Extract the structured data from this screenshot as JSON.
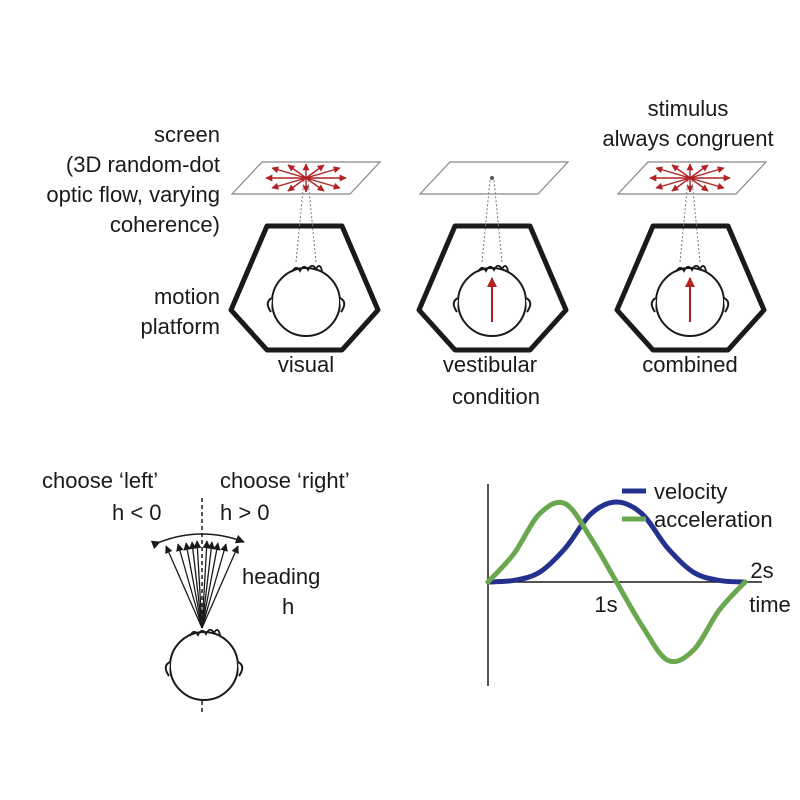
{
  "labels": {
    "screen": [
      "screen",
      "(3D random-dot",
      "optic flow, varying",
      "coherence)"
    ],
    "platform": [
      "motion",
      "platform"
    ],
    "stimulus": [
      "stimulus",
      "always congruent"
    ],
    "conditions": {
      "visual": "visual",
      "vestibular": "vestibular",
      "combined": "combined",
      "caption": "condition"
    },
    "choices": {
      "left": "choose ‘left’",
      "left_rule": "h < 0",
      "right": "choose ‘right’",
      "right_rule": "h > 0",
      "heading": [
        "heading",
        "h"
      ]
    }
  },
  "colors": {
    "visual": "#24318f",
    "vestibular": "#6aa84f",
    "combined": "#b22222",
    "arrow": "#b22222",
    "ink": "#1a1a1a"
  },
  "chart_data": {
    "type": "line",
    "x_ticks": [
      "1s",
      "2s"
    ],
    "xlabel": "time",
    "ylabel": "",
    "xlim": [
      0,
      2
    ],
    "series": [
      {
        "name": "velocity",
        "color": "#24318f",
        "x": [
          0,
          0.2,
          0.4,
          0.6,
          0.8,
          1.0,
          1.2,
          1.4,
          1.6,
          1.8,
          2.0
        ],
        "y": [
          0,
          0.02,
          0.12,
          0.42,
          0.85,
          1.0,
          0.85,
          0.42,
          0.12,
          0.02,
          0
        ]
      },
      {
        "name": "acceleration",
        "color": "#6aa84f",
        "x": [
          0,
          0.2,
          0.4,
          0.6,
          0.8,
          1.0,
          1.2,
          1.4,
          1.6,
          1.8,
          2.0
        ],
        "y": [
          0,
          0.35,
          0.85,
          0.98,
          0.55,
          0,
          -0.55,
          -0.98,
          -0.85,
          -0.35,
          0
        ]
      }
    ]
  }
}
